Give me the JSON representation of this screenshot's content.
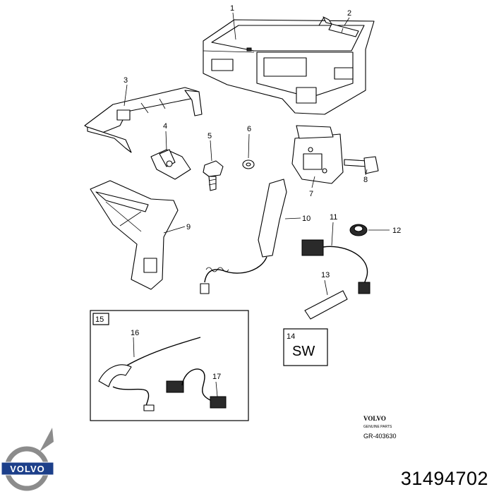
{
  "callouts": {
    "c1": "1",
    "c2": "2",
    "c3": "3",
    "c4": "4",
    "c5": "5",
    "c6": "6",
    "c7": "7",
    "c8": "8",
    "c9": "9",
    "c10": "10",
    "c11": "11",
    "c12": "12",
    "c13": "13",
    "c14": "14",
    "c15": "15",
    "c16": "16",
    "c17": "17"
  },
  "sw_label": "SW",
  "volvo_small": {
    "brand": "VOLVO",
    "subtitle": "GENUINE PARTS",
    "reference": "GR-403630"
  },
  "volvo_logo_text": "VOLVO",
  "part_number": "31494702",
  "colors": {
    "ink": "#000000",
    "logo_blue": "#1c3f8a",
    "logo_ring": "#8c8c8c"
  }
}
